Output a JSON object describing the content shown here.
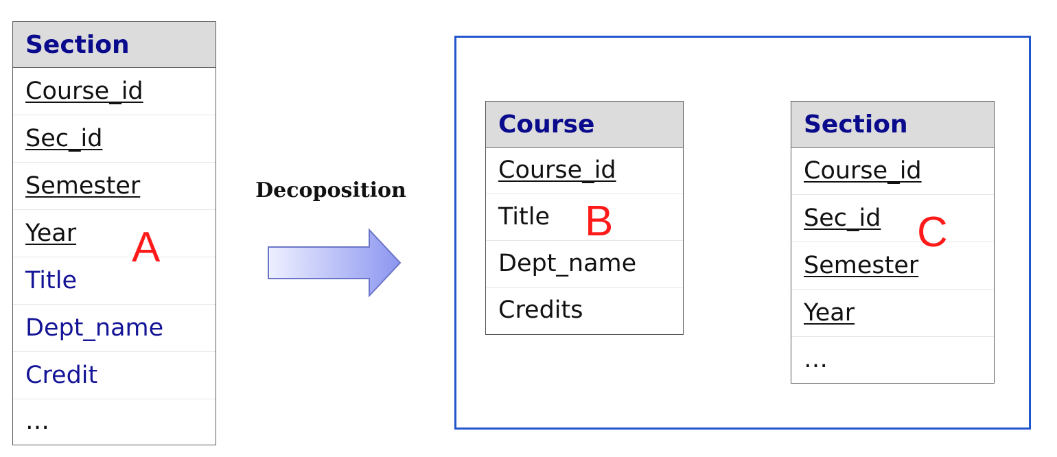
{
  "left_table": {
    "header": "Section",
    "rows": [
      {
        "text": "Course_id",
        "underlined": true,
        "color": "#111111"
      },
      {
        "text": "Sec_id",
        "underlined": true,
        "color": "#111111"
      },
      {
        "text": "Semester",
        "underlined": true,
        "color": "#111111"
      },
      {
        "text": "Year",
        "underlined": true,
        "color": "#111111"
      },
      {
        "text": "Title",
        "underlined": false,
        "color": "#141496"
      },
      {
        "text": "Dept_name",
        "underlined": false,
        "color": "#141496"
      },
      {
        "text": "Credit",
        "underlined": false,
        "color": "#141496"
      },
      {
        "text": "…",
        "underlined": false,
        "color": "#111111"
      }
    ],
    "letter": "A"
  },
  "arrow_label": "Decoposition",
  "course_table": {
    "header": "Course",
    "rows": [
      {
        "text": "Course_id",
        "underlined": true
      },
      {
        "text": "Title",
        "underlined": false
      },
      {
        "text": "Dept_name",
        "underlined": false
      },
      {
        "text": "Credits",
        "underlined": false
      }
    ],
    "letter": "B"
  },
  "section_table": {
    "header": "Section",
    "rows": [
      {
        "text": "Course_id",
        "underlined": true
      },
      {
        "text": "Sec_id",
        "underlined": true
      },
      {
        "text": "Semester",
        "underlined": true
      },
      {
        "text": "Year",
        "underlined": true
      },
      {
        "text": "…",
        "underlined": false
      }
    ],
    "letter": "C"
  },
  "colors": {
    "header_text": "#0a0a8c",
    "header_bg": "#dcdcdc",
    "frame_border": "#2255cc",
    "letter": "#ff1a1a",
    "arrow_light": "#eef0ff",
    "arrow_dark": "#8c96f0"
  }
}
